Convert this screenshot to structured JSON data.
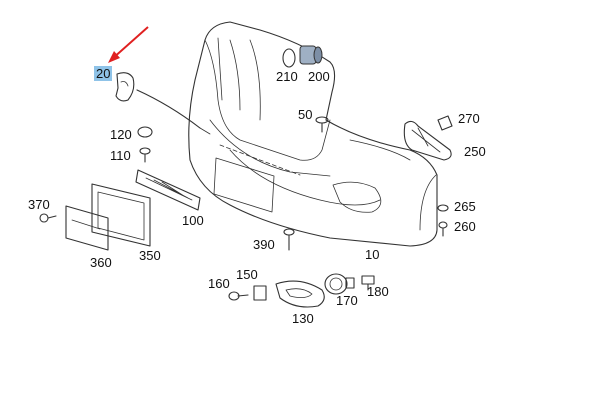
{
  "diagram": {
    "part_labels": {
      "p20": "20",
      "p210": "210",
      "p200": "200",
      "p50": "50",
      "p270": "270",
      "p250": "250",
      "p120": "120",
      "p110": "110",
      "p370": "370",
      "p100": "100",
      "p360": "360",
      "p350": "350",
      "p390": "390",
      "p265": "265",
      "p260": "260",
      "p10": "10",
      "p160": "160",
      "p150": "150",
      "p170": "170",
      "p180": "180",
      "p130": "130"
    },
    "highlight_color": "#8fc3e8",
    "pointer_color": "#e02020",
    "pointer_icon": "red-arrow-icon"
  }
}
